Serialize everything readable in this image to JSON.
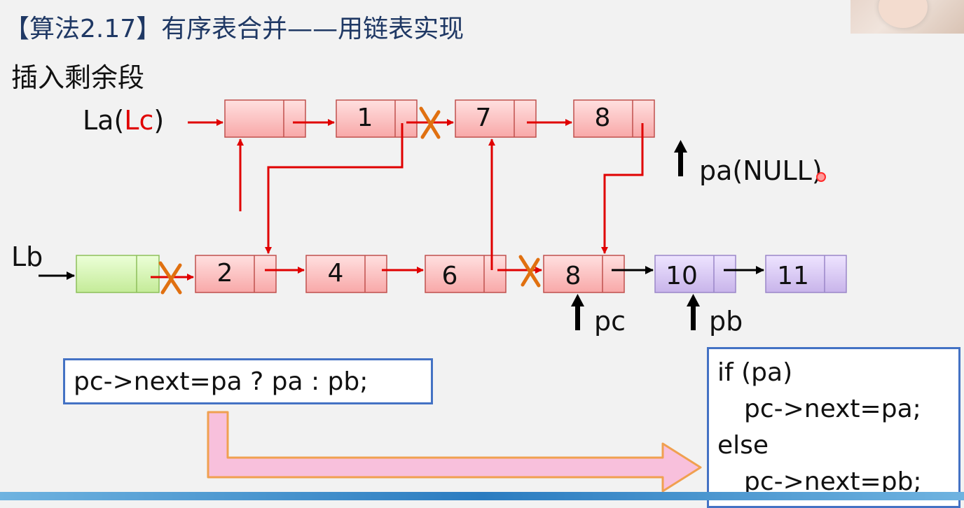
{
  "slide": {
    "title": "【算法2.17】有序表合并——用链表实现",
    "subtitle": "插入剩余段"
  },
  "labels": {
    "la_prefix": "La(",
    "la_lc": "Lc",
    "la_suffix": ")",
    "lb": "Lb",
    "pa": "pa(NULL)",
    "pc": "pc",
    "pb": "pb"
  },
  "list_a": {
    "nodes": [
      "",
      "1",
      "7",
      "8"
    ]
  },
  "list_b": {
    "nodes": [
      "",
      "2",
      "4",
      "6",
      "8",
      "10",
      "11"
    ]
  },
  "code": {
    "ternary": "pc->next=pa ? pa : pb;",
    "line1": "if (pa)",
    "line2": "pc->next=pa;",
    "line3": "else",
    "line4": "pc->next=pb;"
  },
  "colors": {
    "red_node_fill": "#ffc9c9",
    "red_node_border": "#c0504d",
    "green_node_fill": "#d4f5b0",
    "purple_node_fill": "#d8c8f0",
    "arrow_red": "#e00000",
    "cross_orange": "#e07010",
    "box_border": "#4472c4",
    "big_arrow_fill": "#f8c0dc",
    "big_arrow_border": "#f0a050"
  }
}
